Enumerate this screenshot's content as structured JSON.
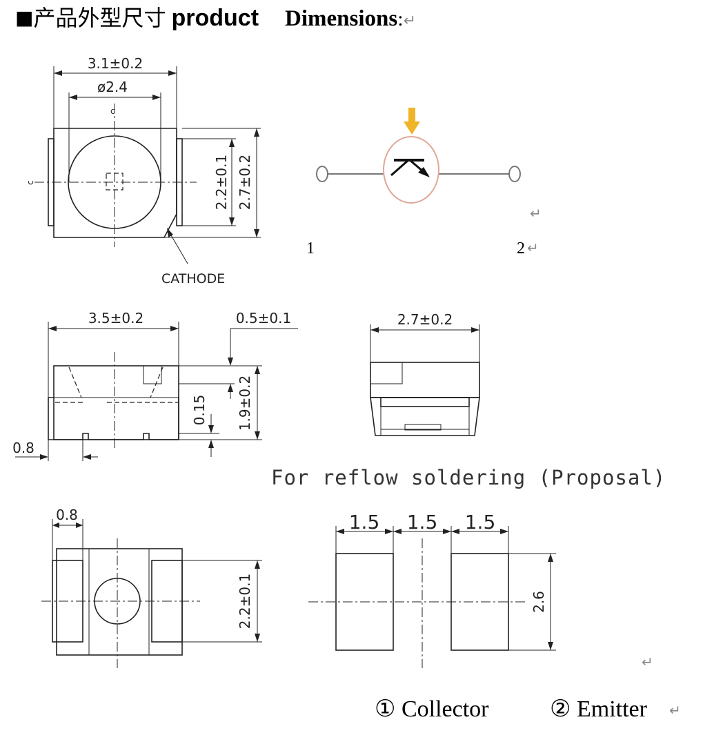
{
  "heading": {
    "square": "■",
    "chinese": "产品外型尺寸",
    "english_1": "product",
    "english_2": "Dimensions",
    "colon": ":",
    "return_mark": "↵"
  },
  "top_view": {
    "width": "3.1±0.2",
    "lens_diameter": "ø2.4",
    "inner_height": "2.2±0.1",
    "outer_height": "2.7±0.2",
    "cathode": "CATHODE"
  },
  "symbol": {
    "pin_1": "1",
    "pin_2": "2",
    "return_mark": "↵",
    "colors": {
      "arrow": "#f0b428",
      "circle": "#e0a898",
      "wire": "#777777"
    }
  },
  "side_view": {
    "length": "3.5±0.2",
    "lead_thickness": "0.5±0.1",
    "height": "1.9±0.2",
    "gap": "0.15",
    "lead_width": "0.8"
  },
  "end_view": {
    "width": "2.7±0.2"
  },
  "reflow_title": "For reflow soldering (Proposal)",
  "bottom_view": {
    "pad_width": "0.8",
    "height": "2.2±0.1"
  },
  "pad_layout": {
    "widths": [
      "1.5",
      "1.5",
      "1.5"
    ],
    "height": "2.6",
    "return_mark": "↵"
  },
  "legend": {
    "item_1": "① Collector",
    "item_2": "② Emitter",
    "return_mark": "↵"
  }
}
